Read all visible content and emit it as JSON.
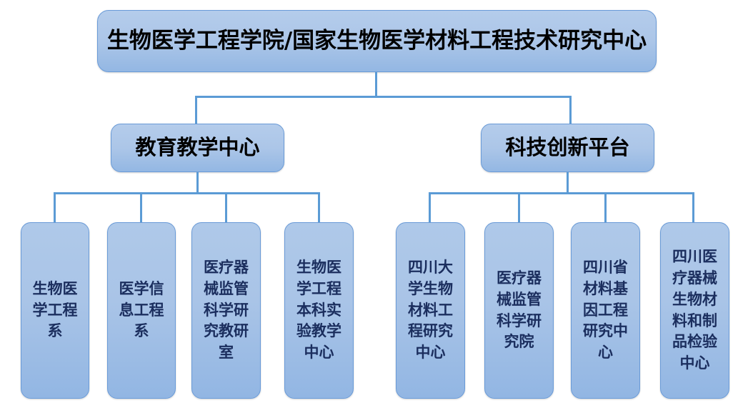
{
  "chart_data": {
    "type": "diagram",
    "diagram_kind": "organization-chart",
    "title": "生物医学工程学院/国家生物医学材料工程技术研究中心",
    "levels": 3,
    "orientation": "top-down",
    "node_count": 11,
    "colors": {
      "node_fill_top": "#AFC9E9",
      "node_fill_bottom": "#92B6E3",
      "node_border": "#6A9BD8",
      "connector": "#5B9BD5",
      "root_text": "#000000",
      "leaf_text": "#1B2E5E",
      "background": "#FFFFFF"
    }
  },
  "root": {
    "label": "生物医学工程学院/国家生物医学材料工程技术研究中心"
  },
  "branches": [
    {
      "label": "教育教学中心"
    },
    {
      "label": "科技创新平台"
    }
  ],
  "leaves_left": [
    {
      "label": "生物医学工程系"
    },
    {
      "label": "医学信息工程系"
    },
    {
      "label": "医疗器械监管科学研究教研室"
    },
    {
      "label": "生物医学工程本科实验教学中心"
    }
  ],
  "leaves_right": [
    {
      "label": "四川大学生物材料工程研究中心"
    },
    {
      "label": "医疗器械监管科学研究院"
    },
    {
      "label": "四川省材料基因工程研究中心"
    },
    {
      "label": "四川医疗器械生物材料和制品检验中心"
    }
  ]
}
